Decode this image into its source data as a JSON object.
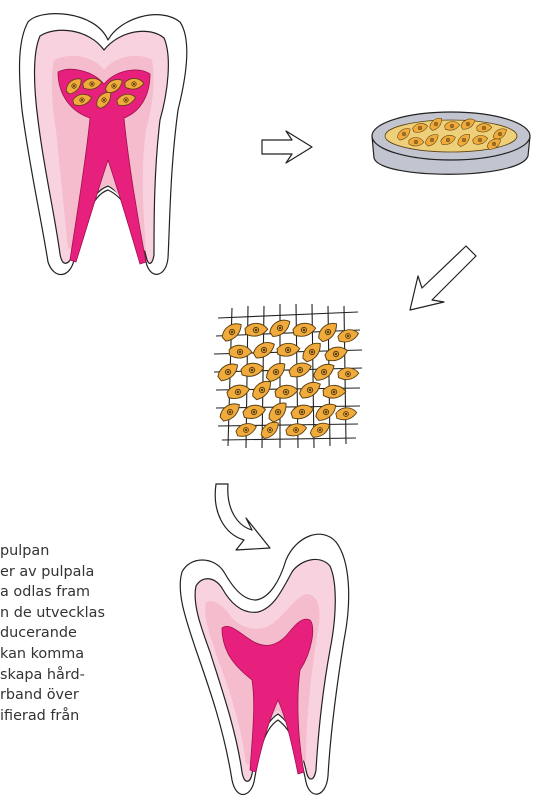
{
  "figure": {
    "palette": {
      "outline": "#222222",
      "enamel": "#ffffff",
      "dentin": "#f8d3df",
      "inner_dentin": "#f4bccd",
      "pulp": "#e6207c",
      "cell": "#f0ab3c",
      "cell_edge": "#5a4010",
      "dish": "#c2c5cf"
    },
    "icons": {
      "extracted_tooth": "tooth-with-pulp-cells-icon",
      "culture_dish": "petri-dish-with-cells-icon",
      "scaffold": "cell-scaffold-grid-icon",
      "restored_tooth": "damaged-tooth-icon",
      "arrows": [
        "arrow-right-icon",
        "arrow-down-left-icon",
        "curved-arrow-down-icon"
      ]
    }
  },
  "caption": {
    "lines": [
      "pulpan",
      "er av pulpala",
      "a odlas fram",
      "n de utvecklas",
      "ducerande",
      "kan komma",
      "skapa hård-",
      "rband över",
      "ifierad från"
    ]
  }
}
